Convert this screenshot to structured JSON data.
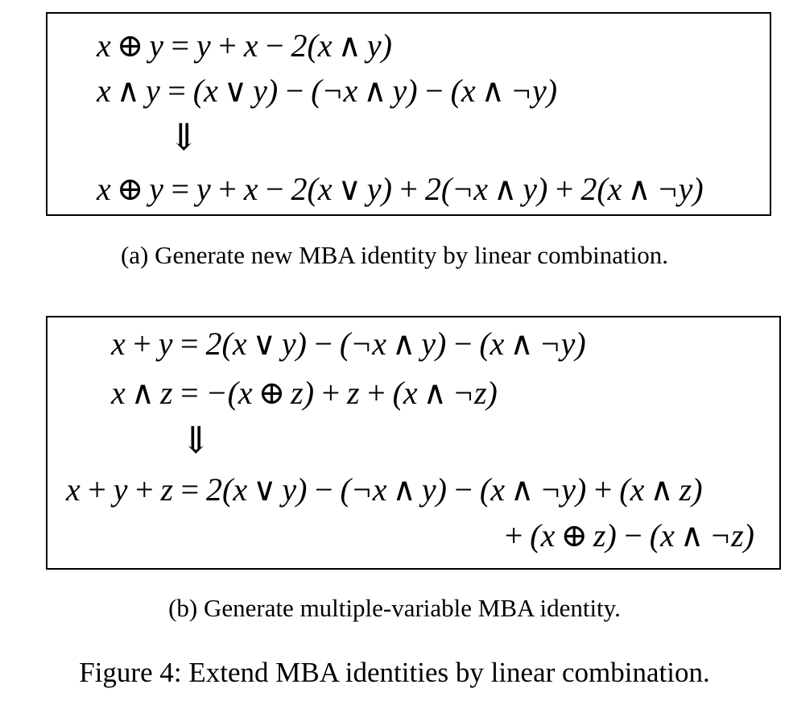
{
  "colors": {
    "background": "#ffffff",
    "text": "#000000",
    "box_border": "#000000"
  },
  "subfigure_a": {
    "box": {
      "premise1": "x ⊕ y = y + x − 2(x ∧ y)",
      "premise2": "x ∧ y = (x ∨ y) − (¬x ∧ y) − (x ∧ ¬y)",
      "arrow": "⇓",
      "result": "x ⊕ y = y + x − 2(x ∨ y) + 2(¬x ∧ y) + 2(x ∧ ¬y)"
    },
    "caption": "(a) Generate new MBA identity by linear combination."
  },
  "subfigure_b": {
    "box": {
      "premise1": "x + y = 2(x ∨ y) − (¬x ∧ y) − (x ∧ ¬y)",
      "premise2": "x ∧ z = −(x ⊕ z) + z + (x ∧ ¬z)",
      "arrow": "⇓",
      "result_line1": "x + y + z = 2(x ∨ y) − (¬x ∧ y) − (x ∧ ¬y) + (x ∧ z)",
      "result_line2": "+ (x ⊕ z) − (x ∧ ¬z)"
    },
    "caption": "(b) Generate multiple-variable MBA identity."
  },
  "figure_caption": "Figure 4: Extend MBA identities by linear combination."
}
